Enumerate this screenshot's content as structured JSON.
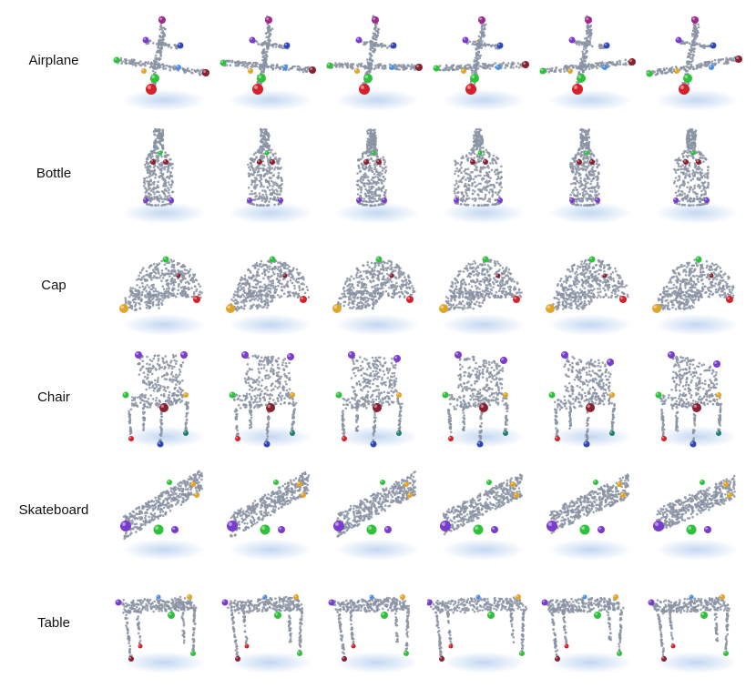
{
  "rows": [
    {
      "label": "Airplane",
      "shape": "airplane",
      "views": 6
    },
    {
      "label": "Bottle",
      "shape": "bottle",
      "views": 6
    },
    {
      "label": "Cap",
      "shape": "cap",
      "views": 6
    },
    {
      "label": "Chair",
      "shape": "chair",
      "views": 6
    },
    {
      "label": "Skateboard",
      "shape": "skateboard",
      "views": 6
    },
    {
      "label": "Table",
      "shape": "table",
      "views": 6
    }
  ],
  "colors": {
    "point": "#8a93a3",
    "shadow": "#bcd3f0",
    "keypoints": [
      "#d6202a",
      "#2ec23a",
      "#7a3ccf",
      "#2f48b8",
      "#e0a526",
      "#8a2030",
      "#4a8fe0",
      "#1f7f6f",
      "#a02a8a"
    ]
  }
}
